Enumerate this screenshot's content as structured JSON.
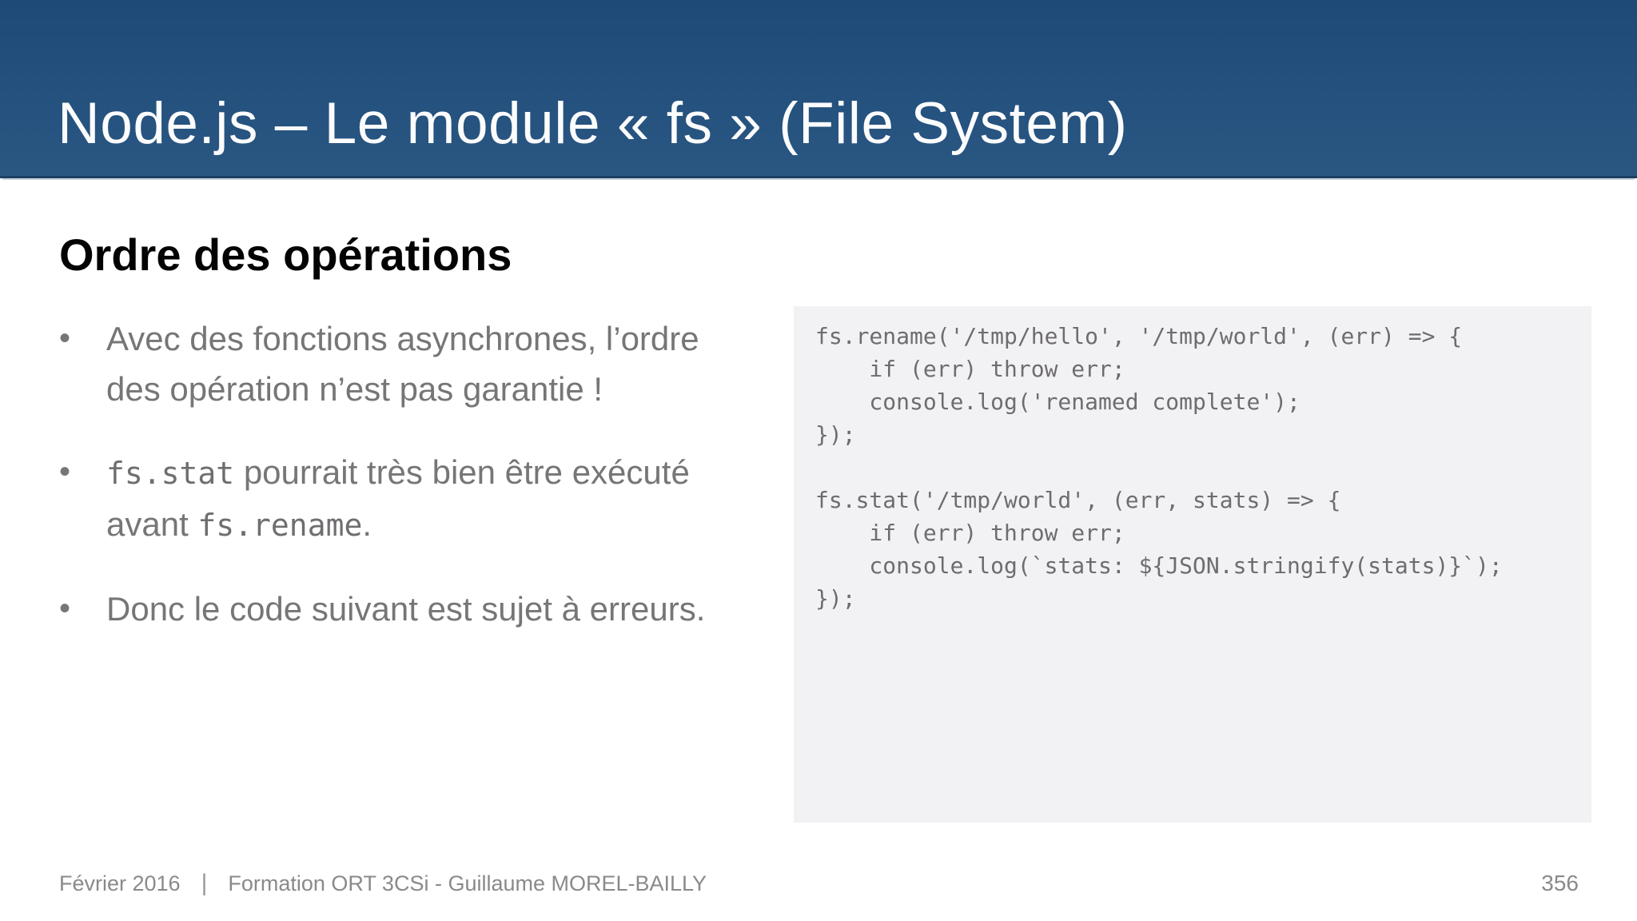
{
  "slide": {
    "title": "Node.js – Le module « fs » (File System)",
    "heading": "Ordre des opérations",
    "bullet_char": "•",
    "bullets": [
      {
        "segments": [
          {
            "text": "Avec des fonctions asynchrones, l’ordre des opération n’est pas garantie !",
            "mono": false
          }
        ]
      },
      {
        "segments": [
          {
            "text": "fs.stat",
            "mono": true
          },
          {
            "text": " pourrait très bien être exécuté avant ",
            "mono": false
          },
          {
            "text": "fs.rename",
            "mono": true
          },
          {
            "text": ".",
            "mono": false
          }
        ]
      },
      {
        "segments": [
          {
            "text": "Donc le code suivant est sujet à erreurs.",
            "mono": false
          }
        ]
      }
    ],
    "code": {
      "lines": [
        "fs.rename('/tmp/hello', '/tmp/world', (err) => {",
        "    if (err) throw err;",
        "    console.log('renamed complete');",
        "});",
        "",
        "fs.stat('/tmp/world', (err, stats) => {",
        "    if (err) throw err;",
        "    console.log(`stats: ${JSON.stringify(stats)}`);",
        "});"
      ]
    },
    "footer": {
      "date": "Février 2016",
      "separator": "|",
      "course": "Formation ORT 3CSi - Guillaume MOREL-BAILLY",
      "page": "356"
    },
    "colors": {
      "header_blue_top": "#1e4a78",
      "header_blue_bottom": "#2a5781",
      "header_edge": "#1c3f64",
      "heading_text": "#030303",
      "body_text": "#777577",
      "code_background": "#f2f1f4",
      "code_text": "#6e6c70",
      "footer_text": "#8b898b",
      "title_text": "#fcfcfd"
    }
  }
}
